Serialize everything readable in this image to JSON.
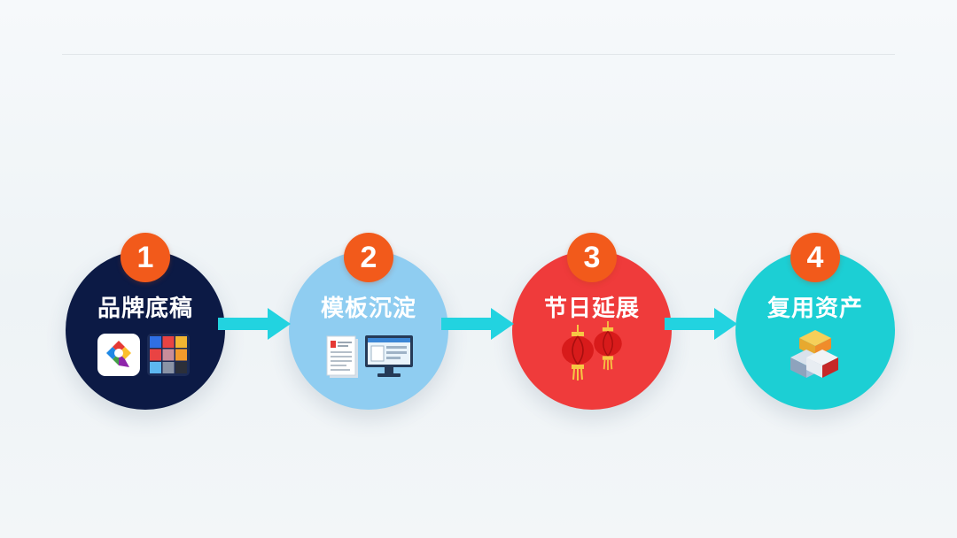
{
  "colors": {
    "badge": "#f25a1b",
    "arrow": "#22d3e0",
    "title_text": "#ffffff"
  },
  "steps": [
    {
      "number": "1",
      "title": "品牌底稿",
      "color": "#0c1a45",
      "icons": [
        "color-logo-icon",
        "color-swatch-grid-icon"
      ]
    },
    {
      "number": "2",
      "title": "模板沉淀",
      "color": "#8fcdf1",
      "icons": [
        "document-icon",
        "monitor-icon"
      ]
    },
    {
      "number": "3",
      "title": "节日延展",
      "color": "#ef3b3b",
      "icons": [
        "lantern-icon",
        "lantern-icon"
      ]
    },
    {
      "number": "4",
      "title": "复用资产",
      "color": "#1ccfd4",
      "icons": [
        "stacked-cubes-icon"
      ]
    }
  ]
}
